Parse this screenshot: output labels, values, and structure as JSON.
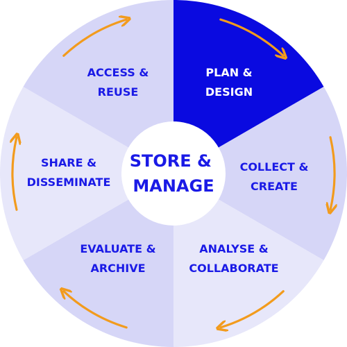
{
  "diagram": {
    "center": {
      "lines": [
        "STORE &",
        "MANAGE"
      ],
      "text_color": "#1a1ae6",
      "fill": "#ffffff"
    },
    "segments": [
      {
        "id": "plan-design",
        "lines": [
          "PLAN &",
          "DESIGN"
        ],
        "fill": "#0a0ae0",
        "text_color": "#ffffff",
        "highlighted": true
      },
      {
        "id": "collect-create",
        "lines": [
          "COLLECT &",
          "CREATE"
        ],
        "fill": "#d6d6f7",
        "text_color": "#1a1ae6",
        "highlighted": false
      },
      {
        "id": "analyse-collaborate",
        "lines": [
          "ANALYSE &",
          "COLLABORATE"
        ],
        "fill": "#e7e7fa",
        "text_color": "#1a1ae6",
        "highlighted": false
      },
      {
        "id": "evaluate-archive",
        "lines": [
          "EVALUATE &",
          "ARCHIVE"
        ],
        "fill": "#d6d6f7",
        "text_color": "#1a1ae6",
        "highlighted": false
      },
      {
        "id": "share-disseminate",
        "lines": [
          "SHARE &",
          "DISSEMINATE"
        ],
        "fill": "#e7e7fa",
        "text_color": "#1a1ae6",
        "highlighted": false
      },
      {
        "id": "access-reuse",
        "lines": [
          "ACCESS &",
          "REUSE"
        ],
        "fill": "#d6d6f7",
        "text_color": "#1a1ae6",
        "highlighted": false
      }
    ],
    "arrow_color": "#f29b1d",
    "direction": "clockwise"
  }
}
